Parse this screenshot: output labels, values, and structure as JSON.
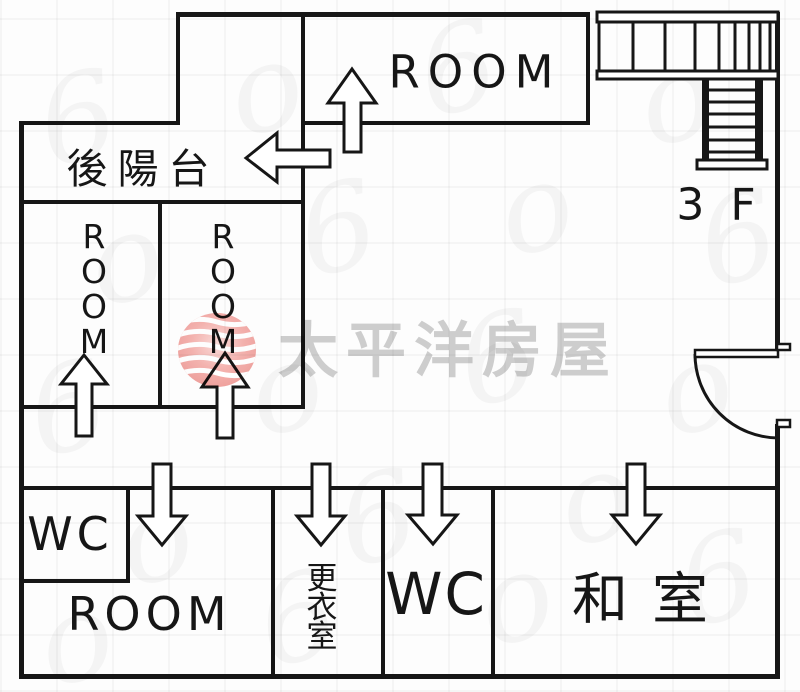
{
  "floor_label": "3 F",
  "rooms": {
    "top_room": "ROOM",
    "back_balcony": "後陽台",
    "left_room_vertical": "ROOM",
    "right_room_vertical": "ROOM",
    "wc_small": "WC",
    "bottom_room": "ROOM",
    "dressing_room": "更衣室",
    "wc_large": "WC",
    "tatami_room": "和室"
  },
  "watermark": {
    "brand": "太平洋房屋"
  },
  "colors": {
    "wall": "#161616",
    "watermark_text": "#cfcfcf",
    "watermark_ball_pink": "#f2a7a3",
    "background": "#fdfdfd"
  }
}
